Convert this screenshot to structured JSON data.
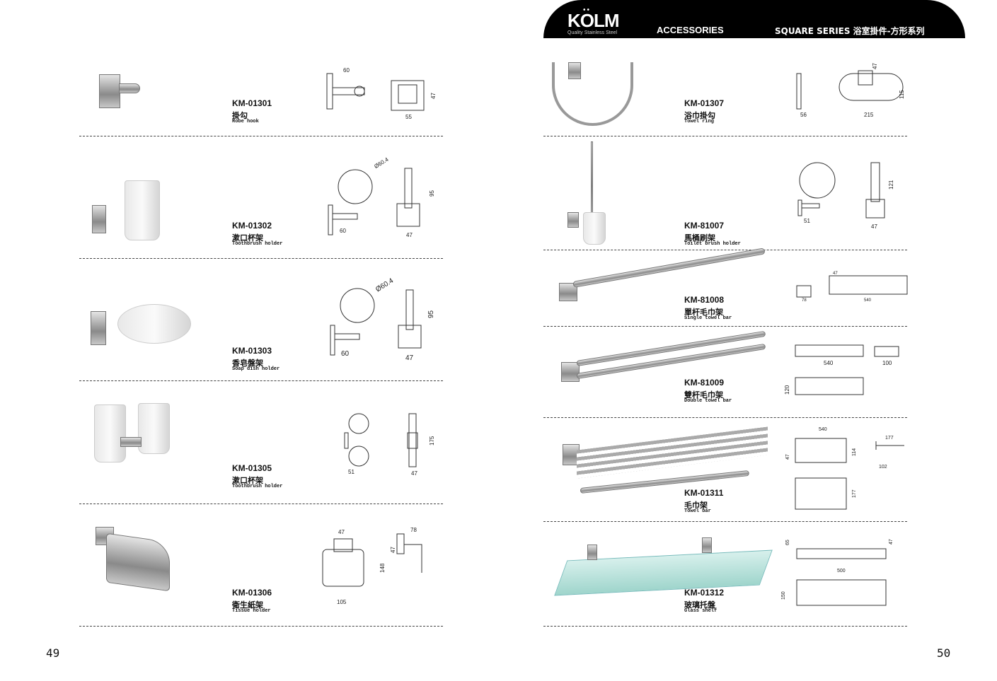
{
  "header": {
    "brand": "KOLM",
    "tagline": "Quality Stainless Steel",
    "section": "ACCESSORIES",
    "series": "SQUARE SERIES 浴室掛件-方形系列"
  },
  "pages": {
    "left": "49",
    "right": "50"
  },
  "products": [
    {
      "code": "KM-01301",
      "cn": "掛勾",
      "en": "Robe hook",
      "dims": [
        "60",
        "47",
        "55"
      ]
    },
    {
      "code": "KM-01302",
      "cn": "漱口杯架",
      "en": "Toothbrush holder",
      "dims": [
        "Ø60.4",
        "95",
        "60",
        "47"
      ]
    },
    {
      "code": "KM-01303",
      "cn": "香皂盤架",
      "en": "Soap dish holder",
      "dims": [
        "Ø60.4",
        "95",
        "60",
        "47"
      ]
    },
    {
      "code": "KM-01305",
      "cn": "漱口杯架",
      "en": "Toothbrush holder",
      "dims": [
        "175",
        "51",
        "47"
      ]
    },
    {
      "code": "KM-01306",
      "cn": "衛生紙架",
      "en": "Tissue holder",
      "dims": [
        "47",
        "78",
        "47",
        "148",
        "105"
      ]
    },
    {
      "code": "KM-01307",
      "cn": "浴巾掛勾",
      "en": "Towel ring",
      "dims": [
        "47",
        "115",
        "56",
        "215"
      ]
    },
    {
      "code": "KM-81007",
      "cn": "馬桶刷架",
      "en": "Toilet brush holder",
      "dims": [
        "121",
        "51",
        "47"
      ]
    },
    {
      "code": "KM-81008",
      "cn": "單杆毛巾架",
      "en": "Single towel bar",
      "dims": [
        "47",
        "78",
        "540"
      ]
    },
    {
      "code": "KM-81009",
      "cn": "雙杆毛巾架",
      "en": "Double towel bar",
      "dims": [
        "540",
        "100",
        "120"
      ]
    },
    {
      "code": "KM-01311",
      "cn": "毛巾架",
      "en": "Towel bar",
      "dims": [
        "540",
        "177",
        "47",
        "114",
        "102",
        "177"
      ]
    },
    {
      "code": "KM-01312",
      "cn": "玻璃托盤",
      "en": "Glass shelf",
      "dims": [
        "65",
        "47",
        "500",
        "150"
      ]
    }
  ]
}
